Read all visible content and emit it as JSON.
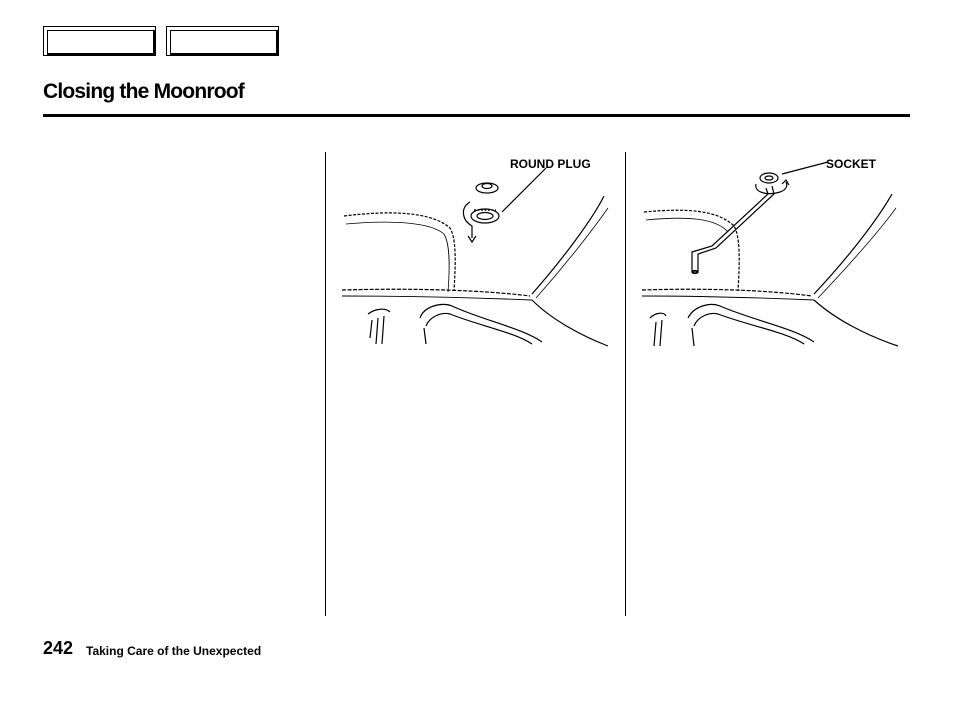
{
  "nav": {
    "prev_label": "",
    "next_label": ""
  },
  "page": {
    "title": "Closing the Moonroof"
  },
  "illustrations": {
    "plug": {
      "callout": "ROUND PLUG"
    },
    "socket": {
      "callout": "SOCKET"
    }
  },
  "footer": {
    "page_number": "242",
    "section": "Taking Care of the Unexpected"
  }
}
